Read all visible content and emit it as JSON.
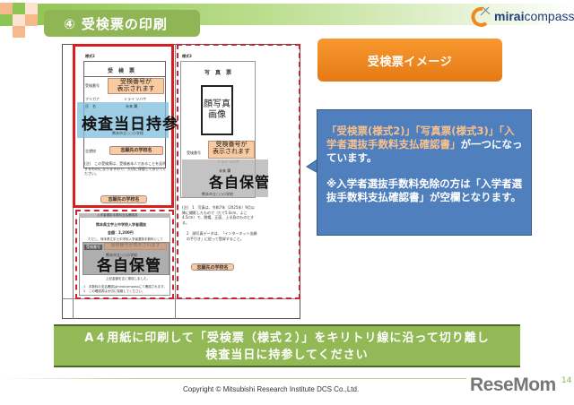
{
  "header": {
    "title": "④ 受検票の印刷",
    "logo": {
      "icon": "compass-icon",
      "brand_bold": "mirai",
      "brand_light": "compass."
    }
  },
  "mosaic_colors": [
    "#f7b98c",
    "#8cc551",
    "#fde3d2"
  ],
  "preview": {
    "ticket": {
      "form_label": "様式2",
      "title": "受　検　票",
      "exam_number_label": "受検番号",
      "exam_number_value": "受検番号が\n表示されます",
      "furigana_label": "フリガナ",
      "furigana_value": "ミライ ツバサ",
      "name_label": "氏　名",
      "name_value": "未来 翼",
      "school_label": "出身\n小学校名",
      "school_value": "熊本市立○○小学校",
      "applied_label": "志望校",
      "applied_value": "志願先の学校名",
      "note": "(注)　この受検票は、受検者本人であることを証明するものになりますので、大切に保管しておいてください。",
      "footer_pill": "志願先の学校名",
      "stamp": "検査当日持参"
    },
    "photo_card": {
      "form_label": "様式3",
      "title": "写　真　票",
      "photo_placeholder": "顔写真\n画像",
      "exam_number_label": "受検番号",
      "exam_number_value": "受検番号が\n表示されます",
      "furigana_value": "ミライ ツバサ",
      "name_value": "未来 翼",
      "school_value": "熊本市立○○小学校",
      "note_1": "(注)　1　写真は、令和7年（2025年）9月以降に撮影したもので（たて5.0cm、よこ4.5cm）で、脱帽、正面、上半身のものとする。",
      "note_2": "2　顔写真データは、「インターネット出願の手引き」に従って登録すること。",
      "footer_pill": "志願先の学校名",
      "stamp": "各自保管"
    },
    "receipt": {
      "title": "入学者選抜手数料支払確認書",
      "org": "熊本県立宇土中学校入学者選抜",
      "amount": "金額：2,200円",
      "description": "ただし、熊本県立宇土中学校入学者選抜手数料として",
      "exam_number_label": "受検番号",
      "exam_number_value": "受検番号が表示されます",
      "school_value": "熊本市立○○小学校",
      "stamp": "各自保管",
      "note": "上記金額を正に領収しました。",
      "footnote_1": "1　手数料の支払確認はmiraicompassにて確認されます。",
      "footnote_2": "2　この確認書は大切に保管してください。"
    }
  },
  "image_button": {
    "label": "受検票イメージ"
  },
  "callout": {
    "paragraph_1_highlight": "「受検票(様式2)」「写真票(様式3)」「入学者選抜手数料支払確認書」",
    "paragraph_1_rest": "が一つになっています。",
    "paragraph_2_a": "※入学者選抜手数料免除の方は「入学者選抜手数料支払確認書",
    "paragraph_2_b": "」が空欄となります。"
  },
  "banner": {
    "line_1": "A４用紙に印刷して「受検票（様式２）」をキリトリ線に沿って切り離し",
    "line_2": "検査当日に持参してください"
  },
  "footer": {
    "copyright": "Copyright © Mitsubishi Research Institute DCS Co.,Ltd.",
    "watermark": "ReseMom",
    "page_number": "14"
  }
}
